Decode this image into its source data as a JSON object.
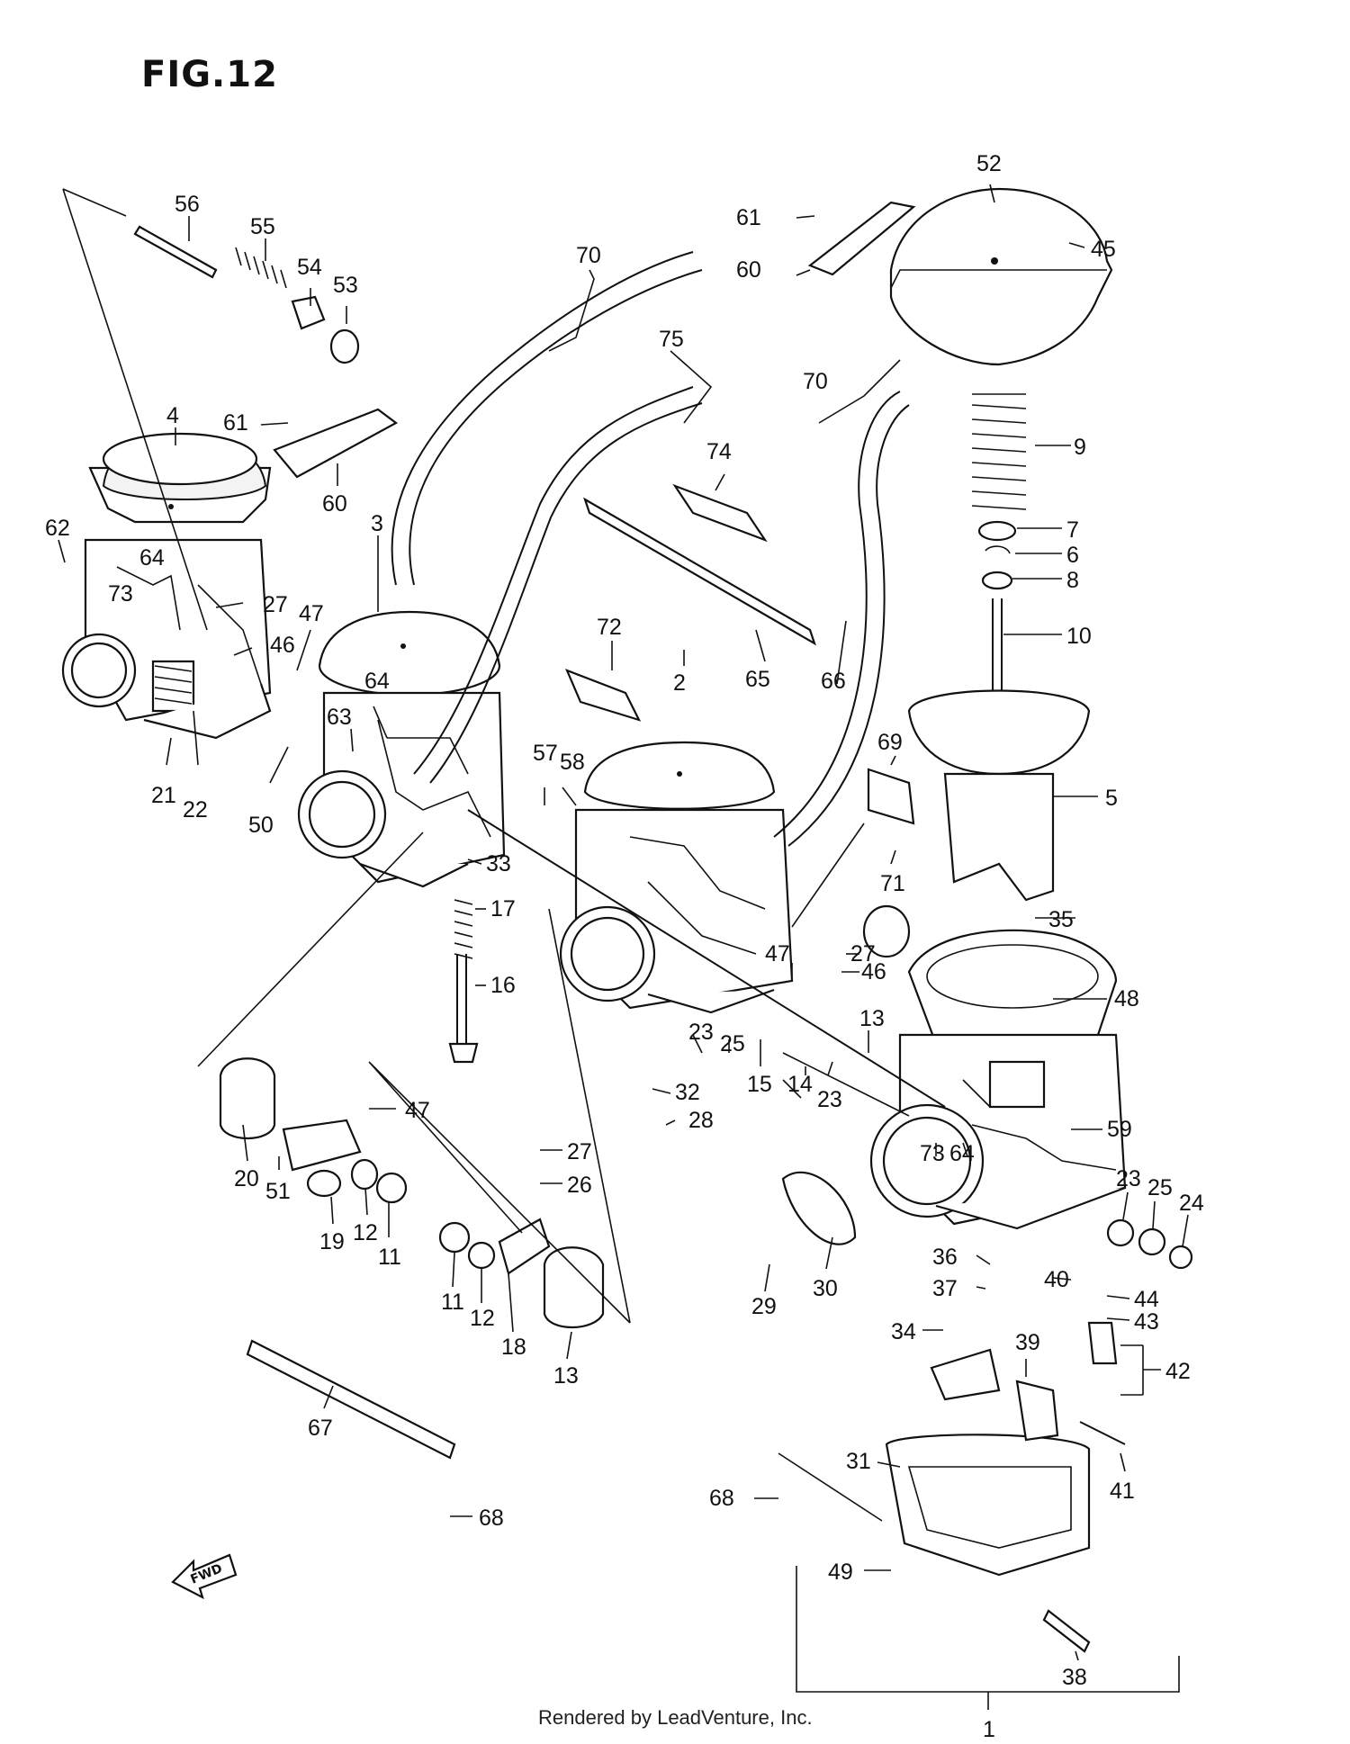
{
  "figure": {
    "title": "FIG.12",
    "credit": "Rendered by LeadVenture, Inc.",
    "fwd_label": "FWD"
  },
  "callouts": [
    {
      "id": "c56",
      "text": "56"
    },
    {
      "id": "c55",
      "text": "55"
    },
    {
      "id": "c54",
      "text": "54"
    },
    {
      "id": "c53",
      "text": "53"
    },
    {
      "id": "c4",
      "text": "4"
    },
    {
      "id": "c61a",
      "text": "61"
    },
    {
      "id": "c60a",
      "text": "60"
    },
    {
      "id": "c62",
      "text": "62"
    },
    {
      "id": "c64a",
      "text": "64"
    },
    {
      "id": "c73a",
      "text": "73"
    },
    {
      "id": "c27a",
      "text": "27"
    },
    {
      "id": "c46a",
      "text": "46"
    },
    {
      "id": "c47a",
      "text": "47"
    },
    {
      "id": "c21",
      "text": "21"
    },
    {
      "id": "c22",
      "text": "22"
    },
    {
      "id": "c50",
      "text": "50"
    },
    {
      "id": "c3",
      "text": "3"
    },
    {
      "id": "c63",
      "text": "63"
    },
    {
      "id": "c64b",
      "text": "64"
    },
    {
      "id": "c70a",
      "text": "70"
    },
    {
      "id": "c75",
      "text": "75"
    },
    {
      "id": "c74",
      "text": "74"
    },
    {
      "id": "c72",
      "text": "72"
    },
    {
      "id": "c65",
      "text": "65"
    },
    {
      "id": "c66",
      "text": "66"
    },
    {
      "id": "c70b",
      "text": "70"
    },
    {
      "id": "c61b",
      "text": "61"
    },
    {
      "id": "c60b",
      "text": "60"
    },
    {
      "id": "c52",
      "text": "52"
    },
    {
      "id": "c45",
      "text": "45"
    },
    {
      "id": "c9",
      "text": "9"
    },
    {
      "id": "c7",
      "text": "7"
    },
    {
      "id": "c6",
      "text": "6"
    },
    {
      "id": "c8",
      "text": "8"
    },
    {
      "id": "c10",
      "text": "10"
    },
    {
      "id": "c5",
      "text": "5"
    },
    {
      "id": "c69",
      "text": "69"
    },
    {
      "id": "c71",
      "text": "71"
    },
    {
      "id": "c2",
      "text": "2"
    },
    {
      "id": "c57",
      "text": "57"
    },
    {
      "id": "c58",
      "text": "58"
    },
    {
      "id": "c33",
      "text": "33"
    },
    {
      "id": "c17",
      "text": "17"
    },
    {
      "id": "c16",
      "text": "16"
    },
    {
      "id": "c35",
      "text": "35"
    },
    {
      "id": "c48",
      "text": "48"
    },
    {
      "id": "c47b",
      "text": "47"
    },
    {
      "id": "c27b",
      "text": "27"
    },
    {
      "id": "c46b",
      "text": "46"
    },
    {
      "id": "c13a",
      "text": "13"
    },
    {
      "id": "c23a",
      "text": "23"
    },
    {
      "id": "c25a",
      "text": "25"
    },
    {
      "id": "c15",
      "text": "15"
    },
    {
      "id": "c14",
      "text": "14"
    },
    {
      "id": "c23b",
      "text": "23"
    },
    {
      "id": "c32",
      "text": "32"
    },
    {
      "id": "c28",
      "text": "28"
    },
    {
      "id": "c59",
      "text": "59"
    },
    {
      "id": "c73b",
      "text": "73"
    },
    {
      "id": "c64c",
      "text": "64"
    },
    {
      "id": "c47c",
      "text": "47"
    },
    {
      "id": "c27c",
      "text": "27"
    },
    {
      "id": "c26",
      "text": "26"
    },
    {
      "id": "c20",
      "text": "20"
    },
    {
      "id": "c51",
      "text": "51"
    },
    {
      "id": "c19",
      "text": "19"
    },
    {
      "id": "c12a",
      "text": "12"
    },
    {
      "id": "c11a",
      "text": "11"
    },
    {
      "id": "c11b",
      "text": "11"
    },
    {
      "id": "c12b",
      "text": "12"
    },
    {
      "id": "c18",
      "text": "18"
    },
    {
      "id": "c13b",
      "text": "13"
    },
    {
      "id": "c29",
      "text": "29"
    },
    {
      "id": "c30",
      "text": "30"
    },
    {
      "id": "c23c",
      "text": "23"
    },
    {
      "id": "c25b",
      "text": "25"
    },
    {
      "id": "c24",
      "text": "24"
    },
    {
      "id": "c36",
      "text": "36"
    },
    {
      "id": "c37",
      "text": "37"
    },
    {
      "id": "c40",
      "text": "40"
    },
    {
      "id": "c44",
      "text": "44"
    },
    {
      "id": "c43",
      "text": "43"
    },
    {
      "id": "c34",
      "text": "34"
    },
    {
      "id": "c39",
      "text": "39"
    },
    {
      "id": "c42",
      "text": "42"
    },
    {
      "id": "c31",
      "text": "31"
    },
    {
      "id": "c41",
      "text": "41"
    },
    {
      "id": "c68a",
      "text": "68"
    },
    {
      "id": "c67",
      "text": "67"
    },
    {
      "id": "c68b",
      "text": "68"
    },
    {
      "id": "c49",
      "text": "49"
    },
    {
      "id": "c38",
      "text": "38"
    },
    {
      "id": "c1",
      "text": "1"
    }
  ]
}
